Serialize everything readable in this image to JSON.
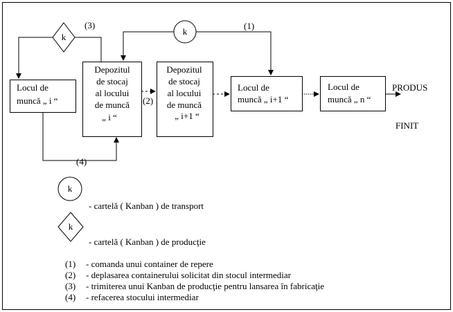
{
  "nodes": {
    "work_i": [
      "Locul de",
      "muncă „ i “"
    ],
    "depot_i": [
      "Depozitul",
      "de stocaj",
      "al locului",
      "de muncă",
      "„ i “"
    ],
    "depot_i1": [
      "Depozitul",
      "de stocaj",
      "al locului",
      "de muncă",
      "„ i+1 “"
    ],
    "work_i1": [
      "Locul de",
      "muncă „ i+1 “"
    ],
    "work_n": [
      "Locul de",
      "muncă „ n “"
    ]
  },
  "kanban_symbol": "k",
  "flow_labels": {
    "l1": "(1)",
    "l2": "(2)",
    "l3": "(3)",
    "l4": "(4)"
  },
  "product": {
    "line1": "PRODUS",
    "line2": "FINIT"
  },
  "legend": {
    "transport": "- cartelă ( Kanban ) de transport",
    "production": "- cartelă ( Kanban ) de producţie"
  },
  "steps": [
    {
      "num": "(1)",
      "text": "- comanda unui container de repere"
    },
    {
      "num": "(2)",
      "text": "- deplasarea containerului solicitat din stocul intermediar"
    },
    {
      "num": "(3)",
      "text": "- trimiterea unui Kanban de producţie pentru lansarea în fabricaţie"
    },
    {
      "num": "(4)",
      "text": "- refacerea stocului intermediar"
    }
  ]
}
